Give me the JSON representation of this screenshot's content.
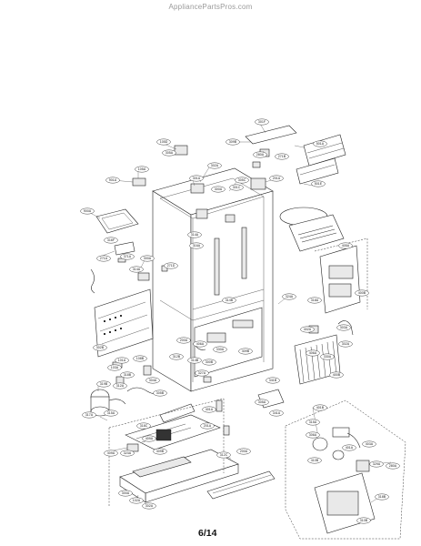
{
  "source_watermark": "AppliancePartsPros.com",
  "page_label": "6/14",
  "callouts": [
    "301F",
    "309B",
    "501A",
    "105D",
    "305A",
    "105A",
    "901A",
    "302A",
    "301A",
    "305C",
    "501E",
    "301C",
    "400A",
    "201A",
    "271B",
    "280A",
    "900A",
    "316F",
    "314A",
    "316A",
    "271A",
    "371A",
    "314A",
    "300A",
    "271D",
    "314B",
    "324A",
    "318A",
    "405A",
    "400B",
    "302B",
    "101A",
    "108B",
    "103A",
    "312A",
    "315A",
    "317A",
    "319B",
    "318B",
    "304A",
    "305B",
    "312B",
    "314B",
    "300B",
    "327A",
    "330A",
    "409B",
    "406A",
    "200A",
    "318C",
    "409A",
    "401A",
    "323A",
    "409A",
    "409B",
    "312C",
    "201A",
    "305A",
    "341B",
    "341A",
    "402A",
    "406A",
    "330A",
    "400B",
    "303A",
    "302A",
    "401B",
    "315A",
    "306A",
    "401A",
    "403A",
    "329A",
    "318B",
    "280A",
    "410B",
    "310B",
    "200A",
    "102A",
    "300A",
    "302A"
  ]
}
